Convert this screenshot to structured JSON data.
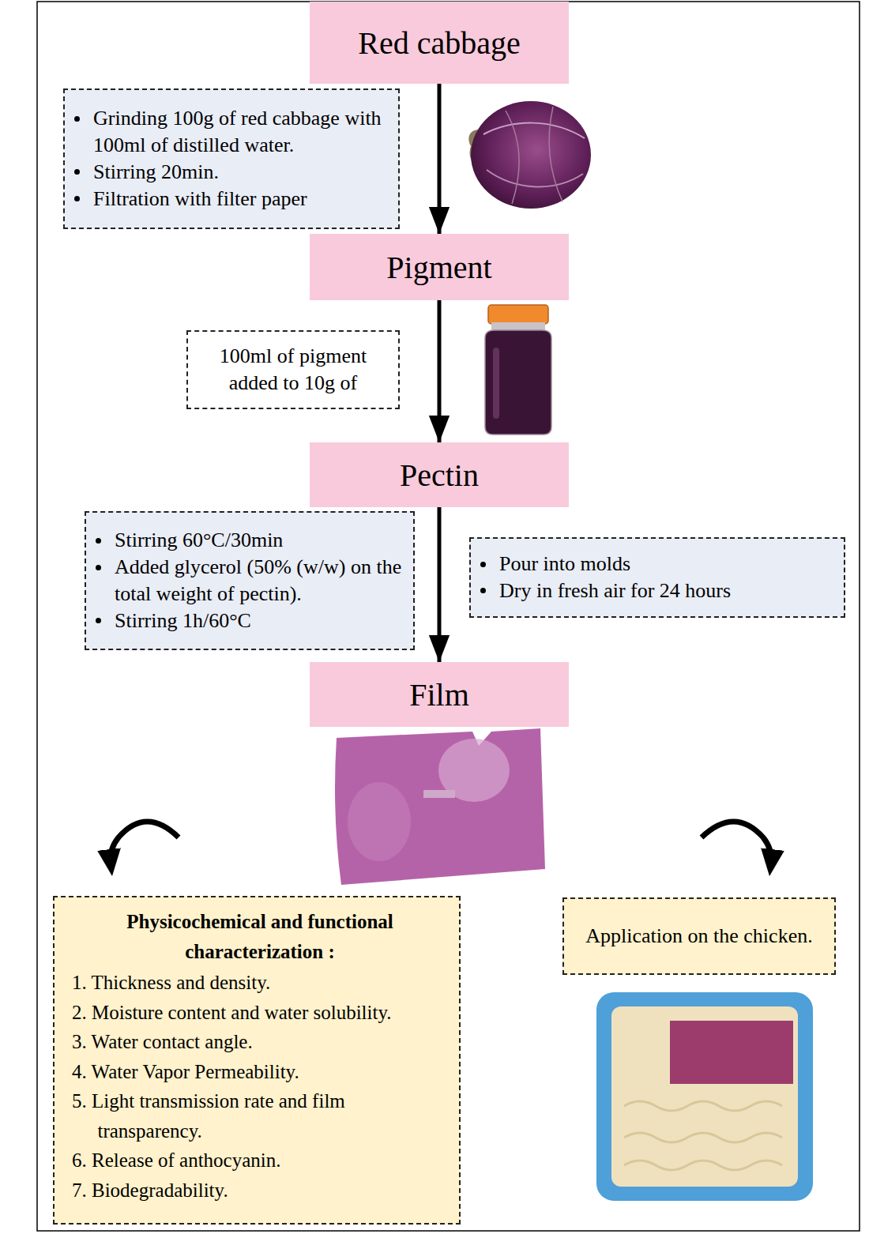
{
  "diagram": {
    "nodes": [
      {
        "text": [
          "Red cabbage"
        ]
      },
      {
        "text": [
          "Grinding 100g of red cabbage with 100ml of distilled water.",
          "Stirring 20min.",
          "Filtration with filter paper"
        ]
      },
      {
        "text": [
          "Pigment"
        ]
      },
      {
        "text": [
          "100ml of pigment added to 10g of"
        ]
      },
      {
        "text": [
          "Pectin"
        ]
      },
      {
        "text": [
          "Stirring 60°C/30min",
          "Added glycerol (50% (w/w) on the total weight of pectin).",
          "Stirring 1h/60°C"
        ]
      },
      {
        "text": [
          "Pour into molds",
          "Dry in fresh air for 24 hours"
        ]
      },
      {
        "text": [
          "Film"
        ]
      },
      {
        "text": [
          "Physicochemical and functional characterization :",
          "1. Thickness and density.",
          "2. Moisture content and water solubility.",
          "3. Water contact angle.",
          "4. Water Vapor Permeability.",
          "5. Light transmission rate and film transparency.",
          "6. Release of anthocyanin.",
          "7. Biodegradability."
        ]
      },
      {
        "text": [
          "Application on the chicken."
        ]
      }
    ],
    "edges": [
      {
        "from": 0,
        "to": 2,
        "arrow": "to"
      },
      {
        "from": 2,
        "to": 4,
        "arrow": "to"
      },
      {
        "from": 4,
        "to": 7,
        "arrow": "to"
      }
    ]
  }
}
